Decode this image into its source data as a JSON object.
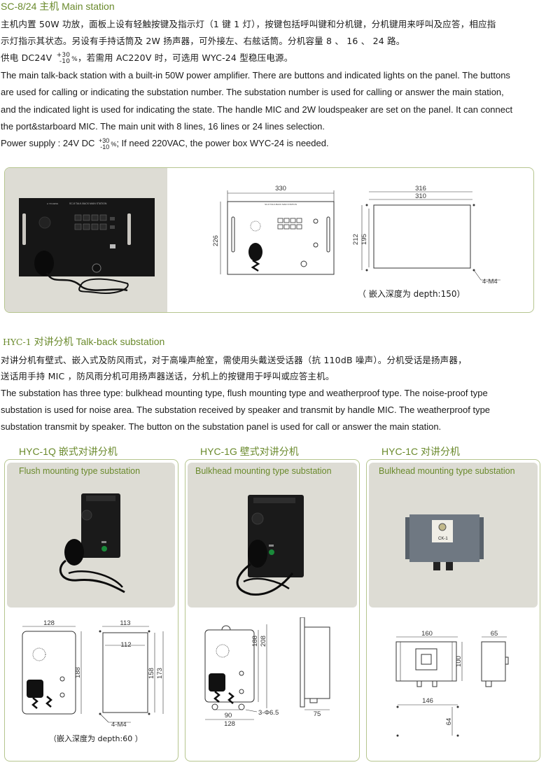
{
  "main_station": {
    "heading_model": "SC-8/24",
    "heading_cn": "主机",
    "heading_en": "Main station",
    "cn_line1": "主机内置 50W 功放，面板上设有轻触按键及指示灯（1 键 1 灯），按键包括呼叫键和分机键，分机键用来呼叫及应答，相应指",
    "cn_line2": "示灯指示其状态。另设有手持话筒及 2W 扬声器，可外接左、右舷话筒。分机容量 8 、 16 、 24 路。",
    "cn_line3_a": "供电  DC24V",
    "cn_line3_b": "，若需用  AC220V  时，可选用 WYC-24 型稳压电源。",
    "tol_plus": "+30",
    "tol_minus": "-10",
    "tol_unit": "%",
    "en_line1": "The main talk-back station with a built-in 50W power amplifier.  There are buttons and indicated lights on the panel.  The buttons",
    "en_line2": "are used for calling or indicating the substation number.  The substation number is used for calling or answer the main station,",
    "en_line3": "and the indicated light is used for indicating the state. The handle MIC and 2W loudspeaker are set on the panel. It can connect",
    "en_line4": "the port&starboard MIC. The main unit with 8 lines, 16 lines or 24 lines selection.",
    "en_line5_a": "Power supply : 24V DC",
    "en_line5_b": "; If need 220VAC, the power box WYC-24 is needed.",
    "dims": {
      "width": "330",
      "height": "226",
      "depth_w1": "316",
      "depth_w2": "310",
      "h1": "212",
      "h2": "195",
      "screw": "4-M4",
      "depth_note": "（ 嵌入深度为  depth:150）"
    }
  },
  "substation": {
    "heading_model": "HYC-1",
    "heading_cn": "对讲分机",
    "heading_en": "Talk-back substation",
    "cn_line1": "对讲分机有壁式、嵌入式及防风雨式，对于高噪声舱室，需使用头戴送受话器（抗 110dB 噪声）。分机受话是扬声器，",
    "cn_line2": "送话用手持 MIC ，防风雨分机可用扬声器送话，分机上的按键用于呼叫或应答主机。",
    "en_line1": "The substation has three type:  bulkhead mounting type, flush mounting type and weatherproof type. The noise-proof type",
    "en_line2": "substation is used for noise area. The substation received by speaker and transmit by handle MIC. The weatherproof type",
    "en_line3": "substation transmit by speaker. The button on the substation panel is used for call or answer the main station."
  },
  "products": [
    {
      "model": "HYC-1Q",
      "name_cn": "嵌式对讲分机",
      "subtitle": "Flush mounting type substation",
      "dims": {
        "w": "128",
        "d": "113",
        "h": "188",
        "inner": "112",
        "h1": "158",
        "h2": "173",
        "screw": "4-M4"
      },
      "depth_note": "（嵌入深度为  depth:60  ）"
    },
    {
      "model": "HYC-1G",
      "name_cn": "壁式对讲分机",
      "subtitle": "Bulkhead mounting type substation",
      "dims": {
        "w": "90",
        "w2": "128",
        "h1": "188",
        "h2": "208",
        "hole": "3-Φ6.5",
        "side": "75"
      }
    },
    {
      "model": "HYC-1C",
      "name_cn": "对讲分机",
      "subtitle": "Bulkhead mounting type substation",
      "dims": {
        "w": "160",
        "d": "65",
        "h": "100",
        "mount_w": "146",
        "mount_h": "64"
      },
      "label": "CK-1"
    }
  ]
}
